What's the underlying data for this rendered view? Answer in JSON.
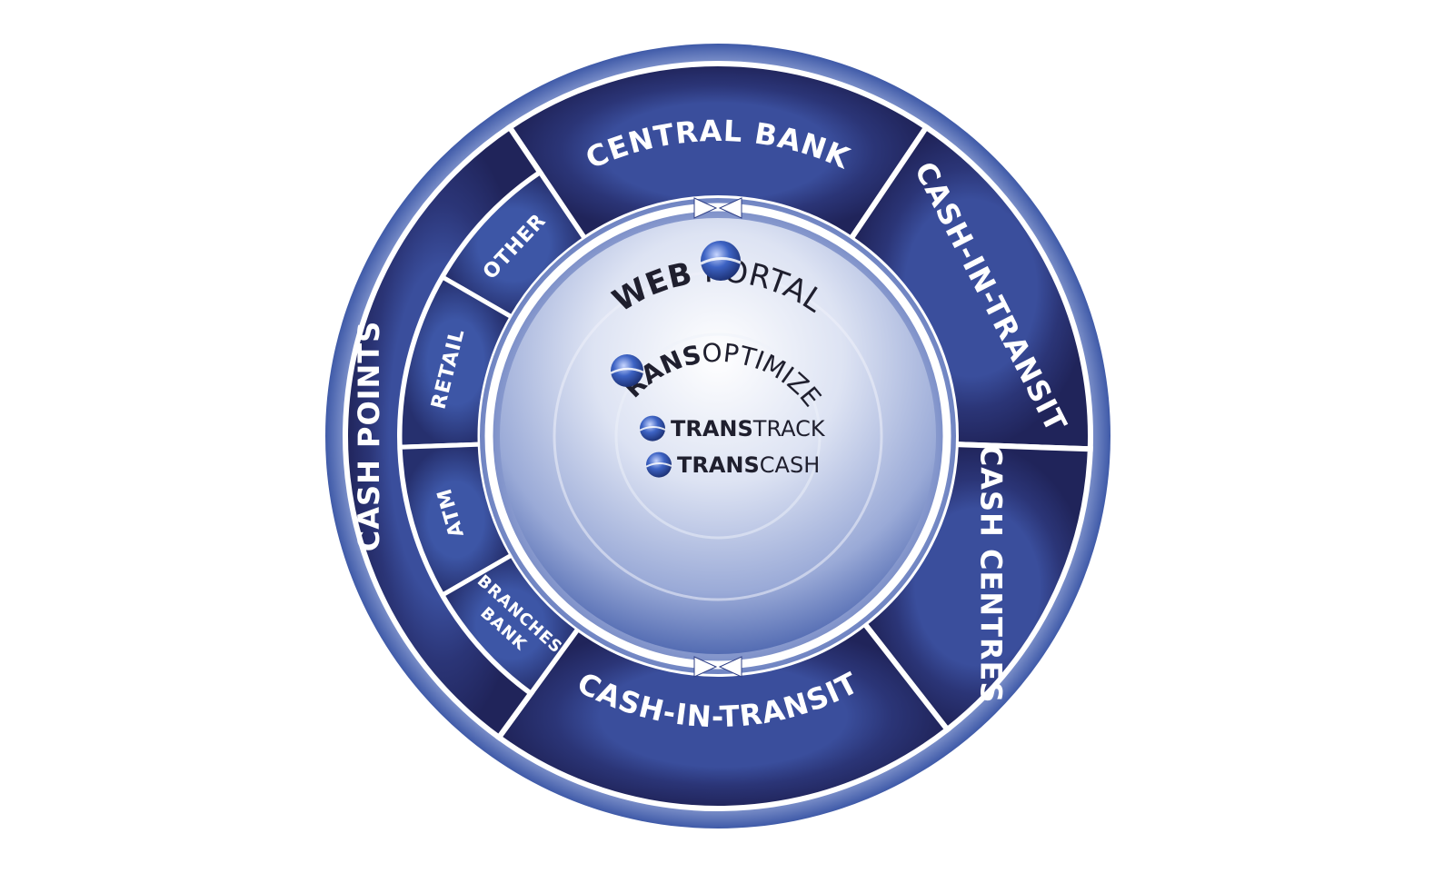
{
  "outer_ring": {
    "segments": [
      {
        "id": "central-bank",
        "label": "CENTRAL BANK"
      },
      {
        "id": "cash-in-transit-right",
        "label": "CASH-IN-TRANSIT"
      },
      {
        "id": "cash-centres",
        "label": "CASH CENTRES"
      },
      {
        "id": "cash-in-transit-bottom",
        "label": "CASH-IN-TRANSIT"
      },
      {
        "id": "cash-points",
        "label": "CASH POINTS"
      }
    ]
  },
  "cash_points_subsegments": [
    {
      "id": "other",
      "label": "OTHER"
    },
    {
      "id": "retail",
      "label": "RETAIL"
    },
    {
      "id": "atm",
      "label": "ATM"
    },
    {
      "id": "bank-branches",
      "label_line1": "BANK",
      "label_line2": "BRANCHES"
    }
  ],
  "products": {
    "web_portal": {
      "part1": "WEB",
      "part2": "PORTAL"
    },
    "transoptimizer": {
      "part1": "TRANS",
      "part2": "OPTIMIZER"
    },
    "transtrack": {
      "part1": "TRANS",
      "part2": "TRACK"
    },
    "transcash": {
      "part1": "TRANS",
      "part2": "CASH"
    }
  },
  "colors": {
    "segment_dark": "#22265a",
    "segment_mid": "#2f3f86",
    "outer_rim": "#3f5aa8",
    "rim_light": "#c9d3ec",
    "center_light": "#eef1fa",
    "center_mid": "#a9b6dc",
    "center_dark": "#3a55a4",
    "separator": "#ffffff"
  }
}
